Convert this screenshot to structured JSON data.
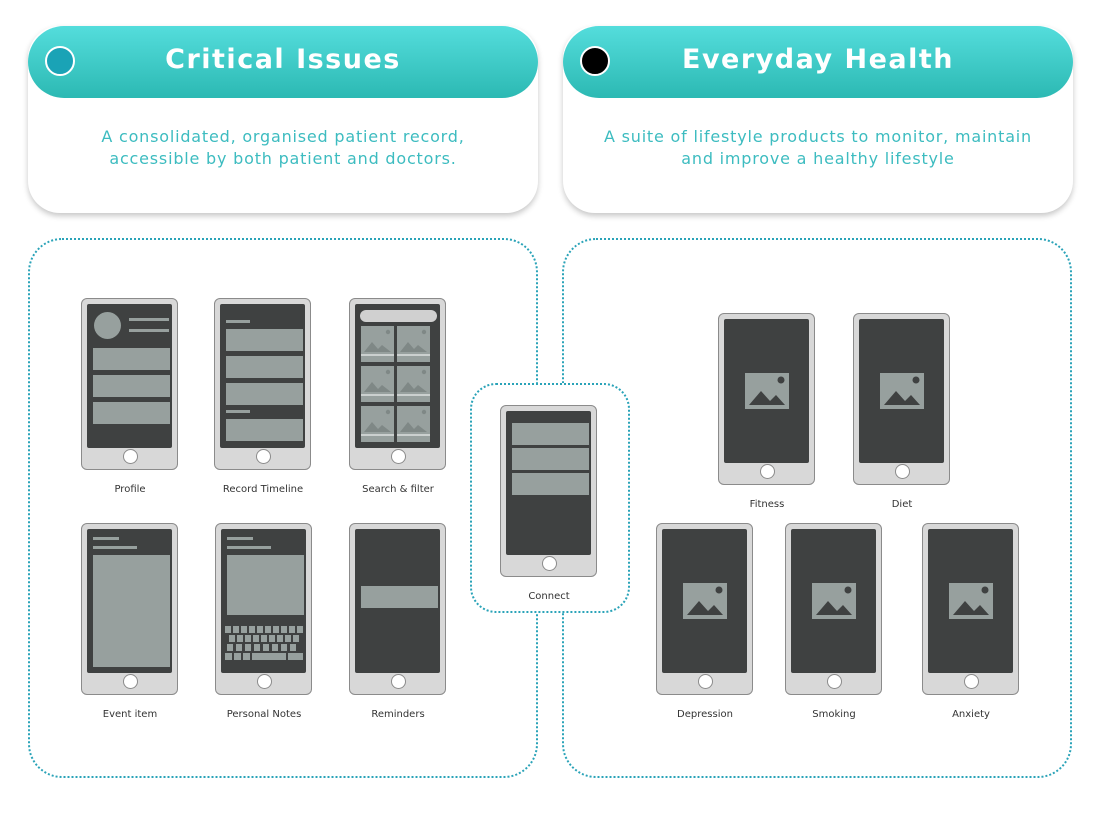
{
  "left_card": {
    "title": "Critical Issues",
    "description": "A consolidated, organised patient record, accessible by both patient and doctors.",
    "dot_color": "#1aa3b6"
  },
  "right_card": {
    "title": "Everyday Health",
    "description": "A suite of lifestyle products to monitor, maintain and improve a healthy lifestyle",
    "dot_color": "#000000"
  },
  "critical_screens": {
    "profile": "Profile",
    "record_timeline": "Record Timeline",
    "search_filter": "Search & filter",
    "event_item": "Event item",
    "personal_notes": "Personal Notes",
    "reminders": "Reminders"
  },
  "connect": {
    "label": "Connect"
  },
  "health_screens": {
    "fitness": "Fitness",
    "diet": "Diet",
    "depression": "Depression",
    "smoking": "Smoking",
    "anxiety": "Anxiety"
  },
  "colors": {
    "header_gradient_top": "#54dddc",
    "header_gradient_bottom": "#2cb9b3",
    "dotted_border": "#2aa3b8",
    "screen_dark": "#3f4141",
    "placeholder_gray": "#97a09e"
  }
}
